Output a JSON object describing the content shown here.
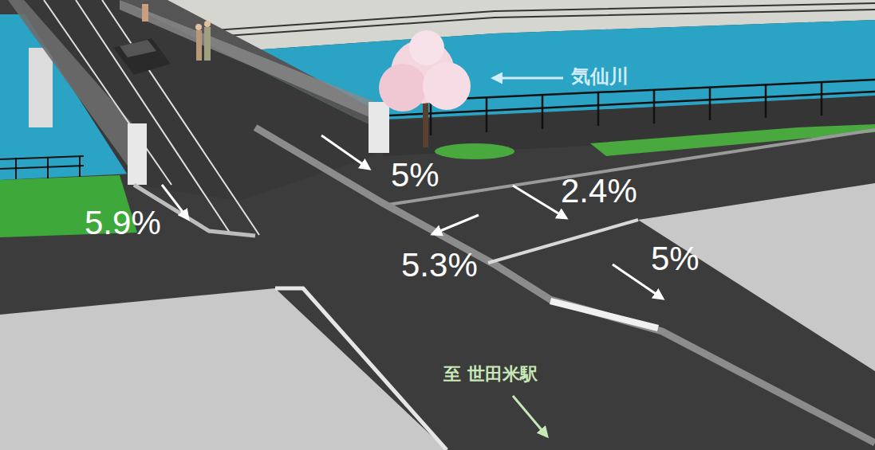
{
  "diagram": {
    "labels": [
      "気仙川",
      "5%",
      "2.4%",
      "5.9%",
      "5.3%",
      "5%",
      "至 世田米駅"
    ]
  }
}
